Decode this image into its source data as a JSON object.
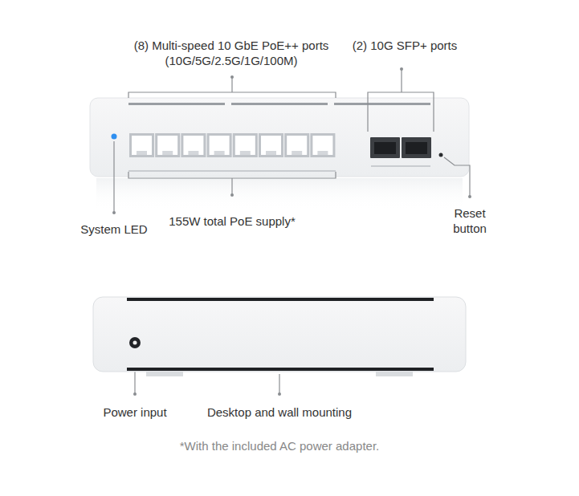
{
  "diagram": {
    "labels": [
      "(8) Multi-speed 10 GbE PoE++ ports (10G/5G/2.5G/1G/100M)",
      "(2) 10G SFP+ ports",
      "System LED",
      "155W total PoE supply*",
      "Reset button",
      "Power input",
      "Desktop and wall mounting",
      "*With the included AC power adapter."
    ]
  }
}
